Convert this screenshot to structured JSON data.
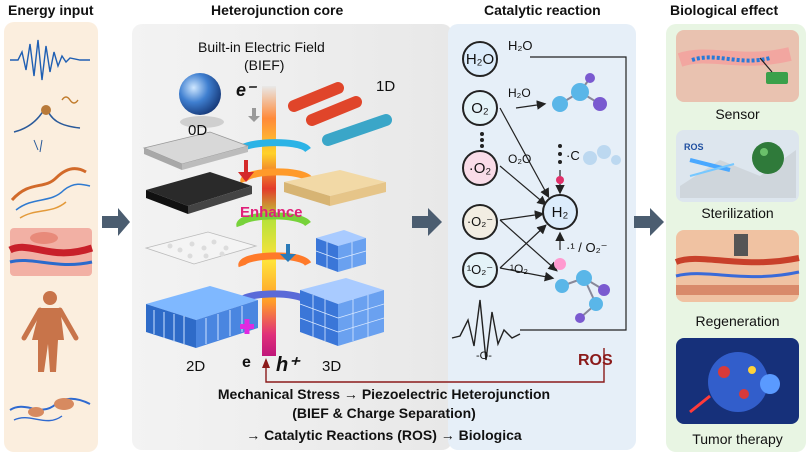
{
  "sections": {
    "energy_input": "Energy input",
    "heterojunction_core": "Heterojunction core",
    "catalytic_reaction": "Catalytic reaction",
    "biological_effect": "Biological effect"
  },
  "core": {
    "bief_line1": "Built-in Electric Field",
    "bief_line2": "(BIEF)",
    "electron_top": "e⁻",
    "electron_bottom": "e",
    "hole": "h⁺",
    "enhance": "Enhance",
    "dim_0d": "0D",
    "dim_1d": "1D",
    "dim_2d": "2D",
    "dim_3d": "3D"
  },
  "catalysis": {
    "mol_h2o": "H₂O",
    "mol_o2": "O₂",
    "mol_o2_rad": "·O₂",
    "mol_o2_anion": "·O₂⁻",
    "mol_singlet": "¹O₂⁻",
    "mol_h2": "H₂",
    "lbl_h2o": "H₂O",
    "lbl_o2_h2o": "H₂O",
    "lbl_o2o": "O₂O",
    "lbl_singlet": "¹O₂",
    "lbl_singlet_right": "·¹ / O₂⁻",
    "lbl_c": "·C",
    "wave_label": "-O-",
    "ros": "ROS"
  },
  "bottom_text": {
    "line1": "Mechanical Stress → Piezoelectric Heterojunction",
    "line2": "(BIEF & Charge Separation)",
    "line3": "→ Catalytic Reactions (ROS) → Biologica"
  },
  "bio": {
    "sensor": "Sensor",
    "sterilization": "Sterilization",
    "sterilization_tag": "ROS",
    "regeneration": "Regeneration",
    "tumor": "Tumor therapy"
  },
  "colors": {
    "energy_panel": "#fbeede",
    "core_panel": "#eeeeee",
    "catalytic_panel": "#e6eff8",
    "bio_panel": "#e8f5e3",
    "arrow": "#4b5d70",
    "ros": "#8b1a1a"
  }
}
